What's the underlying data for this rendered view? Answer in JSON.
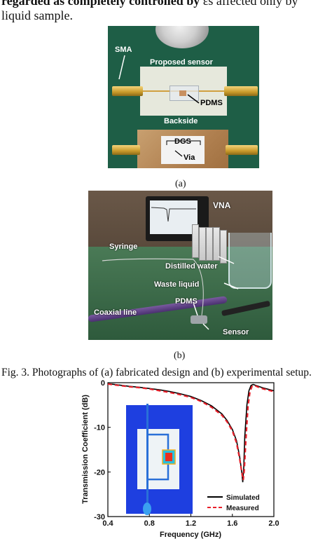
{
  "top_text": {
    "line1_bold": "regarded as completely controlled by",
    "line1_rest": " εs affected only by",
    "line2": "liquid sample."
  },
  "photo_a": {
    "labels": {
      "sma": "SMA",
      "proposed_sensor": "Proposed sensor",
      "pdms": "PDMS",
      "backside": "Backside",
      "dgs": "DGS",
      "via": "Via"
    },
    "caption": "(a)"
  },
  "photo_b": {
    "labels": {
      "vna": "VNA",
      "syringe": "Syringe",
      "distilled_water": "Distilled water",
      "waste_liquid": "Waste liquid",
      "pdms": "PDMS",
      "coaxial_line": "Coaxial line",
      "sensor": "Sensor"
    },
    "caption": "(b)"
  },
  "figure_caption": "Fig. 3. Photographs of (a) fabricated design and (b) experimental setup.",
  "chart_data": {
    "type": "line",
    "xlabel": "Frequency (GHz)",
    "ylabel": "Transmission Coefficient (dB)",
    "xlim": [
      0.4,
      2.0
    ],
    "ylim": [
      -30,
      0
    ],
    "xticks": [
      0.4,
      0.8,
      1.2,
      1.6,
      2.0
    ],
    "xtick_labels": [
      "0.4",
      "0.8",
      "1.2",
      "1.6",
      "2.0"
    ],
    "yticks": [
      0,
      -10,
      -20,
      -30
    ],
    "ytick_labels": [
      "0",
      "-10",
      "-20",
      "-30"
    ],
    "legend_position": "bottom-right",
    "series": [
      {
        "name": "Simulated",
        "color": "#000000",
        "style": "solid",
        "x": [
          0.4,
          0.5,
          0.6,
          0.7,
          0.8,
          0.9,
          1.0,
          1.1,
          1.2,
          1.3,
          1.4,
          1.5,
          1.55,
          1.6,
          1.64,
          1.67,
          1.69,
          1.7,
          1.71,
          1.72,
          1.74,
          1.76,
          1.78,
          1.8,
          1.85,
          1.9,
          2.0
        ],
        "y": [
          -0.2,
          -0.5,
          -0.8,
          -1.0,
          -1.3,
          -1.6,
          -2.0,
          -2.5,
          -3.1,
          -4.0,
          -5.2,
          -7.0,
          -8.5,
          -10.5,
          -13.0,
          -16.5,
          -20.0,
          -22.3,
          -19.0,
          -12.0,
          -5.0,
          -1.8,
          -0.6,
          -0.4,
          -0.8,
          -1.2,
          -1.8
        ]
      },
      {
        "name": "Measured",
        "color": "#e8202a",
        "style": "dashed",
        "x": [
          0.4,
          0.5,
          0.6,
          0.7,
          0.8,
          0.9,
          1.0,
          1.1,
          1.2,
          1.3,
          1.4,
          1.5,
          1.55,
          1.6,
          1.64,
          1.67,
          1.69,
          1.705,
          1.715,
          1.73,
          1.75,
          1.77,
          1.79,
          1.81,
          1.85,
          1.9,
          2.0
        ],
        "y": [
          -0.3,
          -0.6,
          -0.9,
          -1.1,
          -1.4,
          -1.8,
          -2.2,
          -2.7,
          -3.3,
          -4.2,
          -5.5,
          -7.3,
          -8.8,
          -10.8,
          -13.5,
          -17.0,
          -20.0,
          -21.8,
          -19.5,
          -13.0,
          -5.5,
          -2.0,
          -0.8,
          -0.6,
          -1.0,
          -1.4,
          -2.0
        ]
      }
    ],
    "inset": {
      "background_color": "#1e3fe0",
      "board_color": "#eef3f6",
      "trace_color": "#2a70d8"
    }
  }
}
